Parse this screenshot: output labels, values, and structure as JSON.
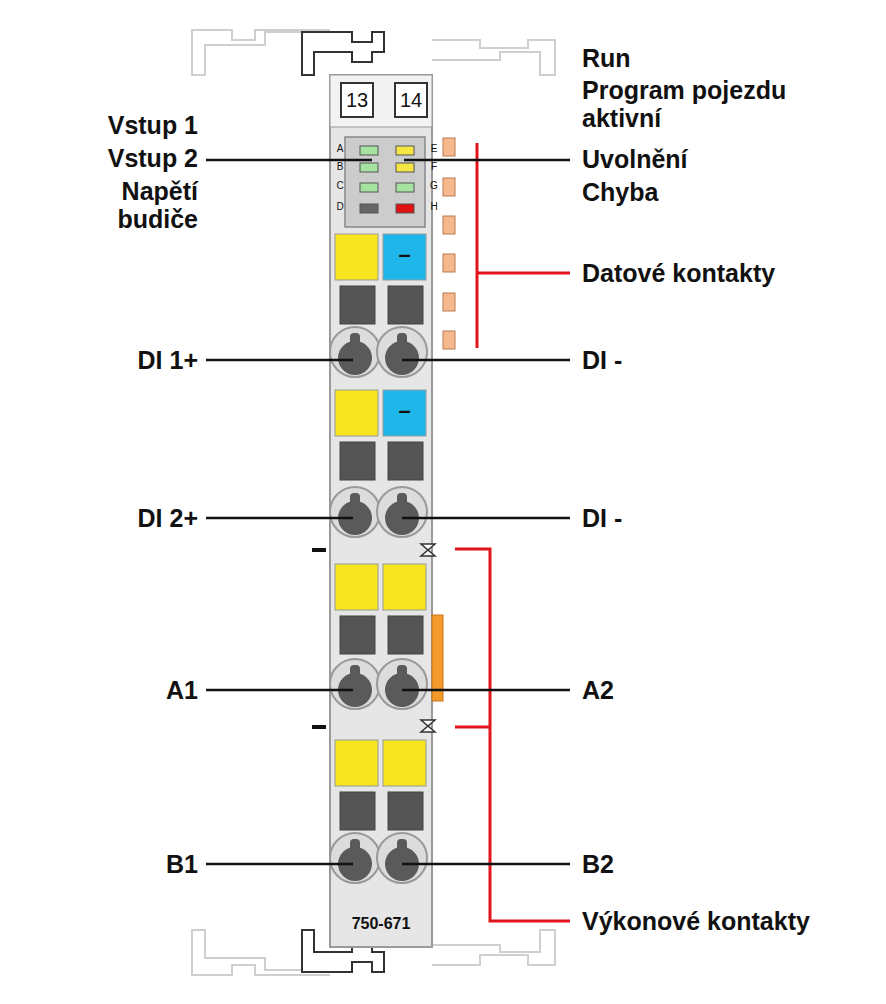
{
  "diagram": {
    "nodes": [
      {
        "text": [
          "13"
        ]
      },
      {
        "text": [
          "14"
        ]
      }
    ],
    "labels": [
      "Vstup 1",
      "Vstup 2",
      "Napětí budiče",
      "Run",
      "Program pojezdu aktivní",
      "Uvolnění",
      "Chyba",
      "Datové kontakty",
      "DI 1+",
      "DI -",
      "DI 2+",
      "DI -",
      "A1",
      "A2",
      "B1",
      "B2",
      "Výkonové kontakty",
      "750-671",
      "A",
      "B",
      "C",
      "D",
      "E",
      "F",
      "G",
      "H",
      "–",
      "–"
    ]
  }
}
